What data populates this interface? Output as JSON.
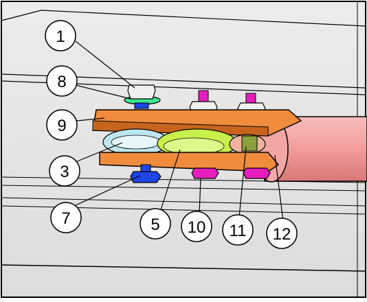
{
  "figure": {
    "callouts": [
      {
        "id": "c1",
        "label": "1"
      },
      {
        "id": "c8",
        "label": "8"
      },
      {
        "id": "c9",
        "label": "9"
      },
      {
        "id": "c3",
        "label": "3"
      },
      {
        "id": "c7",
        "label": "7"
      },
      {
        "id": "c5",
        "label": "5"
      },
      {
        "id": "c10",
        "label": "10"
      },
      {
        "id": "c11",
        "label": "11"
      },
      {
        "id": "c12",
        "label": "12"
      }
    ],
    "colors": {
      "background": "#e6e6e6",
      "plate": "#f08c3c",
      "plate_edge": "#c8641e",
      "pulley_light_blue": "#bfe6ef",
      "pulley_green": "#c8f04a",
      "pulley_pink": "#f0b4a0",
      "tube": "#f5a0a0",
      "nut_white": "#f0f0f0",
      "nut_magenta": "#e61ebe",
      "nut_blue": "#1e46e6",
      "washer_green": "#3ce68c"
    }
  }
}
